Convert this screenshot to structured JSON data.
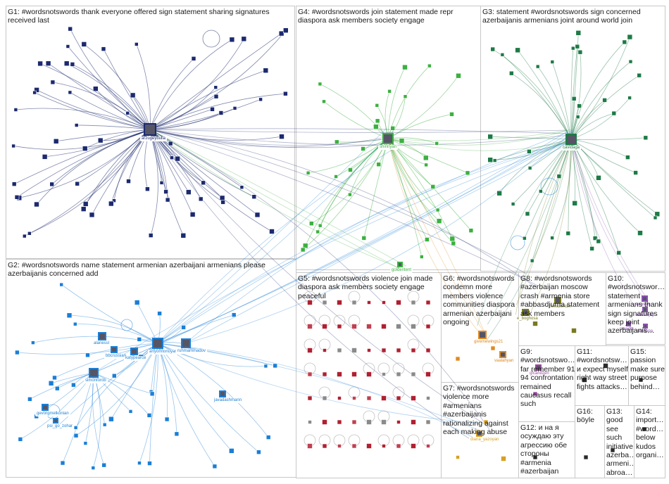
{
  "groups": [
    {
      "id": "G1",
      "label": "G1: #wordsnotswords thank everyone offered sign statement sharing signatures received last",
      "color": "#1c2a6e"
    },
    {
      "id": "G2",
      "label": "G2: #wordsnotswords name statement armenian azerbaijani armenians please azerbaijanis concerned add",
      "color": "#1a7fd6"
    },
    {
      "id": "G3",
      "label": "G3: statement #wordsnotswords sign concerned azerbaijanis armenians joint around world join",
      "color": "#1e7a46"
    },
    {
      "id": "G4",
      "label": "G4: #wordsnotswords join statement made repr diaspora ask members society engage",
      "color": "#3cb040"
    },
    {
      "id": "G5",
      "label": "G5: #wordsnotswords violence join made diaspora ask members society engage peaceful",
      "color": "#b02030"
    },
    {
      "id": "G6",
      "label": "G6: #wordsnotswords condemn more members violence communities diaspora armenian azerbaijani ongoing",
      "color": "#e08a20"
    },
    {
      "id": "G7",
      "label": "G7: #wordsnotswords violence more #armenians #azerbaijanis rationalizing against each making abuse",
      "color": "#d8a020"
    },
    {
      "id": "G8",
      "label": "G8: #wordsnotswords #azerbaijan moscow crash #armenia store #abbasdjuma statement ask members",
      "color": "#7a7a20"
    },
    {
      "id": "G9",
      "label": "G9: #wordsnotswo… far remember 91 94 confrontation remained caucasus recall such",
      "color": "#9a4aa0"
    },
    {
      "id": "G10",
      "label": "G10: #wordsnotswor… statement armenians thank sign signatures keep joint azerbaijanis…",
      "color": "#8a50b0"
    },
    {
      "id": "G11",
      "label": "G11: #wordsnotsw… и expect myself right way street fights attacks…",
      "color": "#2a2a2a"
    },
    {
      "id": "G12",
      "label": "G12: и на я осуждаю эту агрессию обе стороны #armenia #azerbaijan",
      "color": "#2a2a2a"
    },
    {
      "id": "G13",
      "label": "G13: good see such initiative azerba… armeni… abroa…",
      "color": "#2a2a2a"
    },
    {
      "id": "G14",
      "label": "G14: import… #word… below kudos organi…",
      "color": "#2a2a2a"
    },
    {
      "id": "G15",
      "label": "G15: passion make sure purpose behind…",
      "color": "#2a2a2a"
    },
    {
      "id": "G16",
      "label": "G16: böyle",
      "color": "#2a2a2a"
    }
  ],
  "hubs": [
    {
      "group": "G1",
      "name": "arzugeybulla"
    },
    {
      "group": "G4",
      "name": "shirinyan"
    },
    {
      "group": "G3",
      "name": "cavidaga"
    },
    {
      "group": "G4",
      "name": "goldentent"
    },
    {
      "group": "G2",
      "name": "alanessl"
    },
    {
      "group": "G2",
      "name": "bbcrussian"
    },
    {
      "group": "G2",
      "name": "katypearce"
    },
    {
      "group": "G2",
      "name": "artyomtonoyan"
    },
    {
      "group": "G2",
      "name": "ruhmammadov"
    },
    {
      "group": "G2",
      "name": "simonforob"
    },
    {
      "group": "G2",
      "name": "javadashmann"
    },
    {
      "group": "G2",
      "name": "gevorgmelkonian"
    },
    {
      "group": "G2",
      "name": "psi_go_zohar"
    },
    {
      "group": "G6",
      "name": "givemewings21"
    },
    {
      "group": "G6",
      "name": "vaalahyan"
    },
    {
      "group": "G8",
      "name": "e_boghosa"
    },
    {
      "group": "G8",
      "name": "nevazeridin"
    },
    {
      "group": "G9",
      "name": "gfcandzen"
    },
    {
      "group": "G7",
      "name": "diana_yazoyan"
    },
    {
      "group": "G10",
      "name": "airasias"
    },
    {
      "group": "G10",
      "name": "aakshijay"
    },
    {
      "group": "G10",
      "name": "pmedia"
    },
    {
      "group": "G10",
      "name": "adkappa"
    }
  ]
}
